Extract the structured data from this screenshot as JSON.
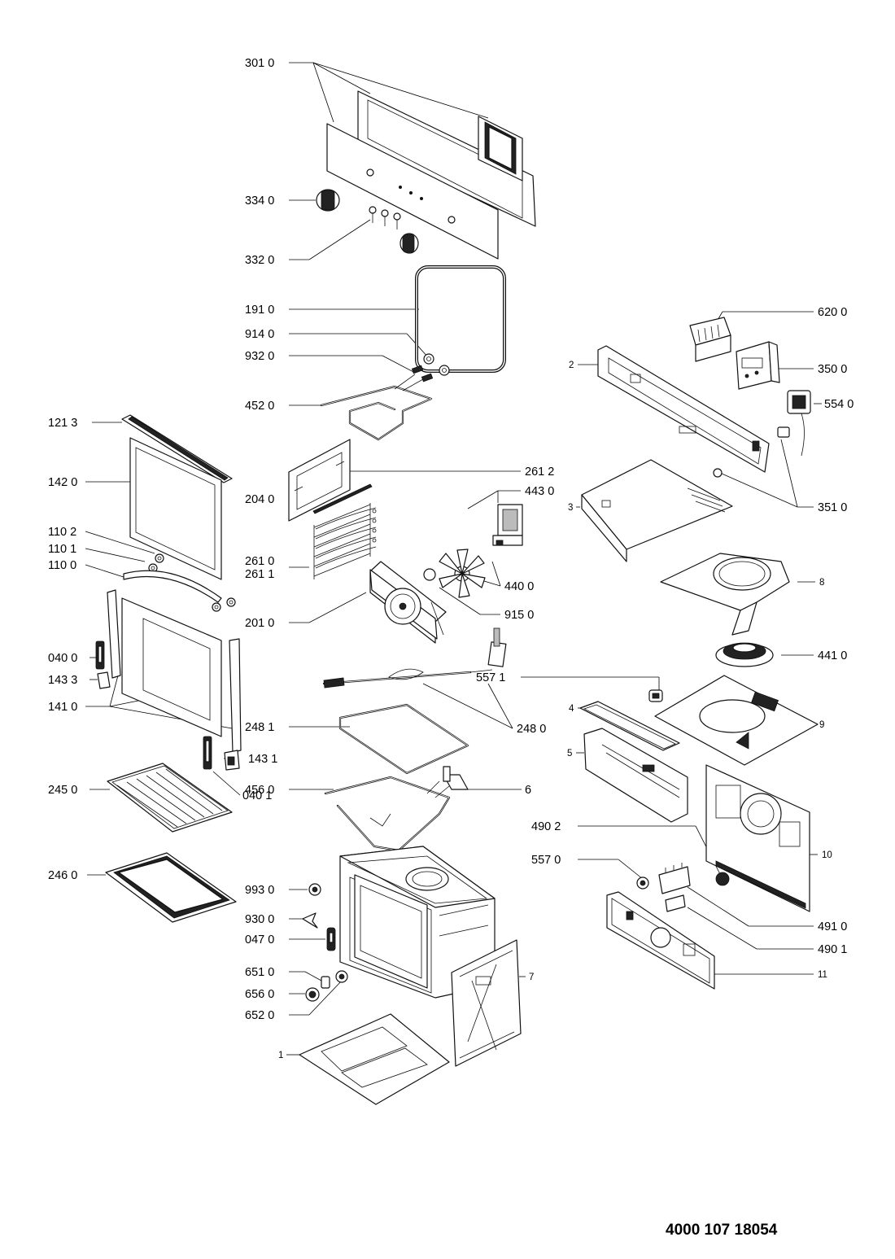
{
  "document_code": "4000 107 18054",
  "labels": {
    "l3010": "301 0",
    "l3340": "334 0",
    "l3320": "332 0",
    "l1910": "191 0",
    "l9140": "914 0",
    "l9320": "932 0",
    "l4520": "452 0",
    "l1213": "121 3",
    "l1420": "142 0",
    "l2040": "204 0",
    "l2612": "261 2",
    "l4430": "443 0",
    "l2610": "261 0",
    "l2611": "261 1",
    "l1102": "110 2",
    "l1101": "110 1",
    "l1100": "110 0",
    "l2010": "201 0",
    "l4400": "440 0",
    "l9150": "915 0",
    "l0400": "040 0",
    "l1433": "143 3",
    "l1410": "141 0",
    "l5571": "557 1",
    "l2480": "248 0",
    "l2481": "248 1",
    "l1431": "143 1",
    "l0401": "040 1",
    "l2450": "245 0",
    "l4560": "456 0",
    "l6": "6",
    "l2460": "246 0",
    "l9930": "993 0",
    "l9300": "930 0",
    "l0470": "047 0",
    "l6510": "651 0",
    "l6560": "656 0",
    "l6520": "652 0",
    "l7": "7",
    "l1": "1",
    "l6200": "620 0",
    "l2": "2",
    "l3500": "350 0",
    "l5540": "554 0",
    "l3510": "351 0",
    "l3": "3",
    "l8": "8",
    "l4410": "441 0",
    "l9": "9",
    "l4": "4",
    "l5": "5",
    "l10": "10",
    "l4902": "490 2",
    "l5570": "557 0",
    "l4910": "491 0",
    "l4901": "490 1",
    "l11": "11"
  }
}
